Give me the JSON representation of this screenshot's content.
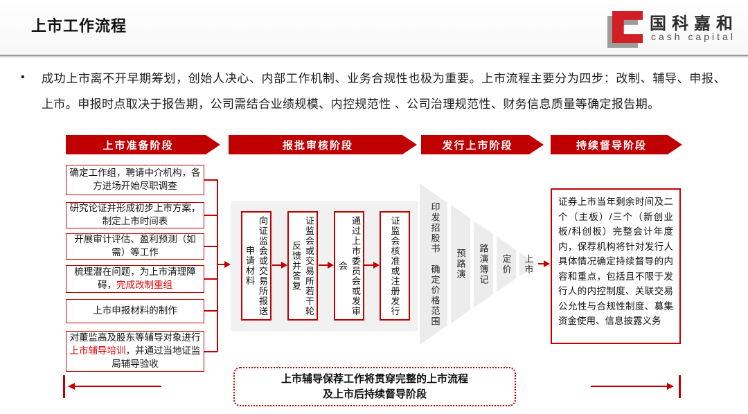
{
  "slide": {
    "title": "上市工作流程",
    "logo": {
      "name_cn": "国科嘉和",
      "name_en": "cash capital"
    }
  },
  "intro": {
    "bullet": "•",
    "text": "成功上市离不开早期筹划，创始人决心、内部工作机制、业务合规性也极为重要。上市流程主要分为四步：改制、辅导、申报、上市。申报时点取决于报告期，公司需结合业绩规模、内控规范性 、公司治理规范性、财务信息质量等确定报告期。"
  },
  "phases": [
    {
      "label": "上市准备阶段"
    },
    {
      "label": "报批审核阶段"
    },
    {
      "label": "发行上市阶段"
    },
    {
      "label": "持续督导阶段"
    }
  ],
  "prep_steps": [
    {
      "pre": "确定工作组，聘请中介机构，各方进场开始尽职调查",
      "em": "",
      "post": ""
    },
    {
      "pre": "研究论证并形成初步上市方案，制定上市时间表",
      "em": "",
      "post": ""
    },
    {
      "pre": "开展审计评估、盈利预测（如需）等工作",
      "em": "",
      "post": ""
    },
    {
      "pre": "梳理潜在问题，为上市清理障碍，",
      "em": "完成改制重组",
      "post": ""
    },
    {
      "pre": "上市申报材料的制作",
      "em": "",
      "post": ""
    },
    {
      "pre": "对董监高及股东等辅导对象进行",
      "em": "上市辅导培训",
      "post": "，并通过当地证监局辅导验收"
    }
  ],
  "review_steps": [
    {
      "text": "向证监会或交易所报送\n申请材料"
    },
    {
      "text": "证监会或交易所若干轮\n反馈并答复"
    },
    {
      "text": "通过上市委员会或发审会"
    },
    {
      "text": "证监会核准或注册发行"
    }
  ],
  "issuance_funnel": [
    {
      "text": "印发招股书　确定价格范围"
    },
    {
      "text": "预路演"
    },
    {
      "text": "路演簿记"
    },
    {
      "text": "定价"
    },
    {
      "text": "上市"
    }
  ],
  "supervision_note": "证券上市当年剩余时间及二个（主板）/三个（新创业板/科创板）完整会计年度内，保荐机构将针对发行人具体情况确定持续督导的内容和重点，包括且不限于发行人的内控制度、关联交易公允性与合规性制度、募集资金使用、信息披露义务",
  "footer_note": "上市辅导保荐工作将贯穿完整的上市流程\n及上市后持续督导阶段",
  "colors": {
    "accent": "#c00000",
    "emphasis": "#e60000",
    "panel_bg": "#f1f1f2",
    "funnel_fill": "#ececec",
    "logo_red": "#d21f26"
  }
}
